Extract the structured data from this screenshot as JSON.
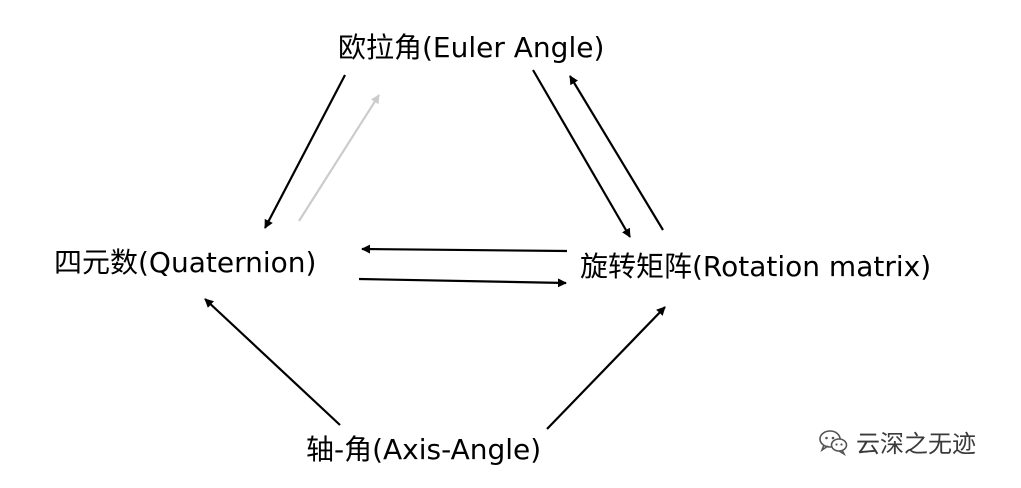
{
  "nodes": {
    "euler": "欧拉角(Euler Angle)",
    "quaternion": "四元数(Quaternion)",
    "rotation": "旋转矩阵(Rotation matrix)",
    "axis_angle": "轴-角(Axis-Angle)"
  },
  "edges": [
    {
      "from": "euler",
      "to": "quaternion",
      "color": "#000000"
    },
    {
      "from": "quaternion",
      "to": "euler",
      "color": "#cccccc"
    },
    {
      "from": "euler",
      "to": "rotation",
      "color": "#000000"
    },
    {
      "from": "rotation",
      "to": "euler",
      "color": "#000000"
    },
    {
      "from": "rotation",
      "to": "quaternion",
      "color": "#000000"
    },
    {
      "from": "quaternion",
      "to": "rotation",
      "color": "#000000"
    },
    {
      "from": "axis_angle",
      "to": "quaternion",
      "color": "#000000"
    },
    {
      "from": "axis_angle",
      "to": "rotation",
      "color": "#000000"
    }
  ],
  "watermark": {
    "icon": "wechat-icon",
    "text": "云深之无迹"
  }
}
